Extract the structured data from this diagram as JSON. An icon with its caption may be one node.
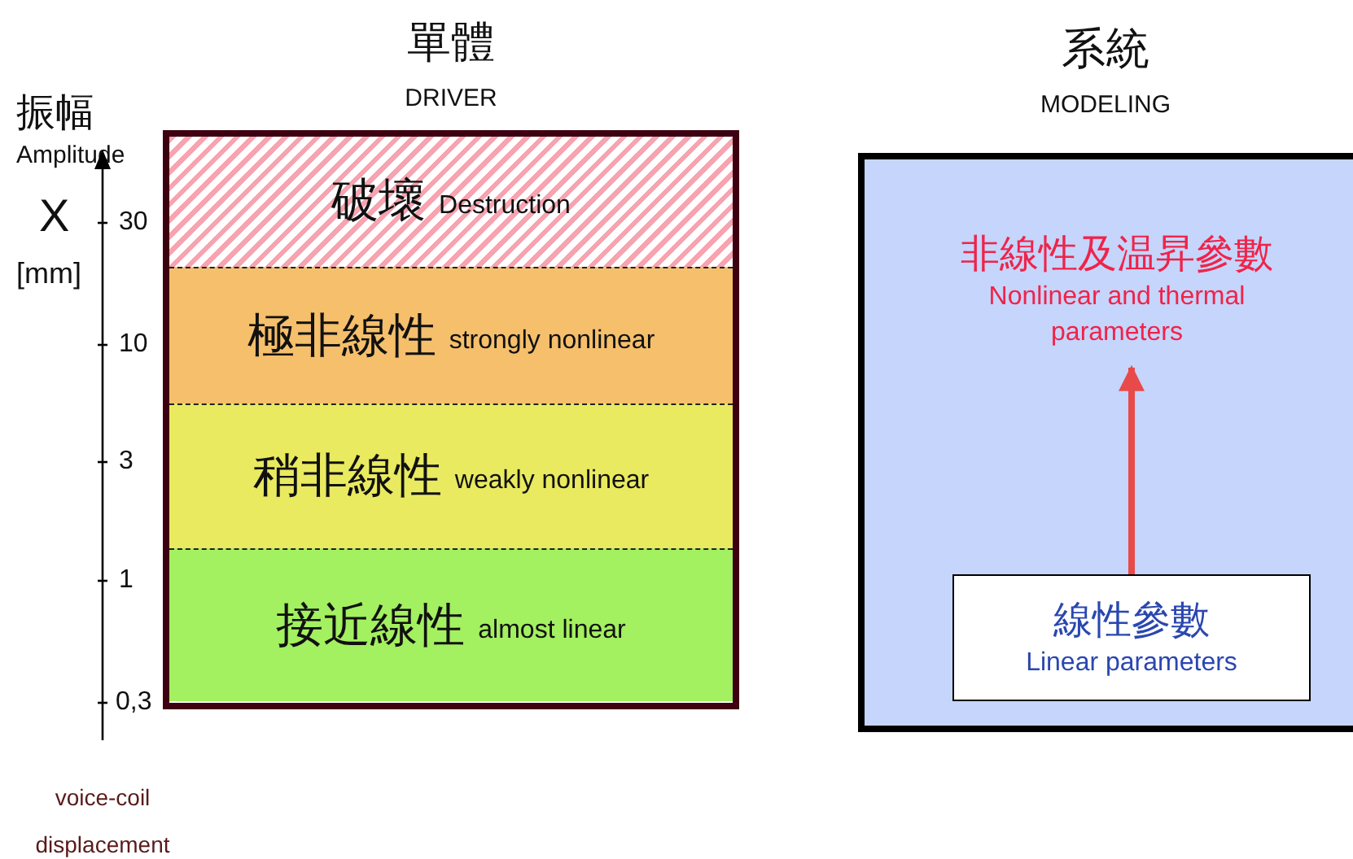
{
  "diagram": {
    "nodes": [
      {
        "text": [
          "單體",
          "DRIVER"
        ]
      },
      {
        "text": [
          "破壞",
          "Destruction"
        ],
        "in": 0
      },
      {
        "text": [
          "極非線性",
          "strongly nonlinear"
        ],
        "in": 0
      },
      {
        "text": [
          "稍非線性",
          "weakly nonlinear"
        ],
        "in": 0
      },
      {
        "text": [
          "接近線性",
          "almost linear"
        ],
        "in": 0
      },
      {
        "text": [
          "系統",
          "MODELING"
        ]
      },
      {
        "text": [
          "線性參數",
          "Linear parameters"
        ],
        "in": 5
      },
      {
        "text": [
          "非線性及温昇參數",
          "Nonlinear and thermal parameters"
        ],
        "in": 5
      }
    ],
    "edges": [
      {
        "from": 6,
        "to": 7,
        "arrow": "to",
        "color": "#e84a4a"
      }
    ],
    "labels": [
      "振幅",
      "Amplitude",
      "X",
      "[mm]",
      "30",
      "10",
      "3",
      "1",
      "0,3",
      "voice-coil displacement"
    ]
  }
}
